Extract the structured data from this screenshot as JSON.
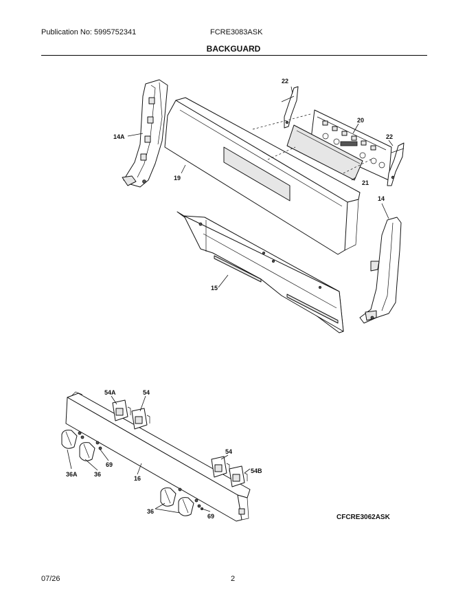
{
  "header": {
    "publication": "Publication No: 5995752341",
    "model": "FCRE3083ASK"
  },
  "section_title": "BACKGUARD",
  "callouts": {
    "c22a": "22",
    "c20": "20",
    "c22b": "22",
    "c14A": "14A",
    "c19": "19",
    "c21": "21",
    "c14": "14",
    "c15": "15",
    "c54A": "54A",
    "c54a": "54",
    "c54b": "54",
    "c54B": "54B",
    "c36A": "36A",
    "c36a": "36",
    "c69a": "69",
    "c16": "16",
    "c36b": "36",
    "c69b": "69"
  },
  "variant_model": "CFCRE3062ASK",
  "footer": {
    "date": "07/26",
    "page": "2"
  }
}
